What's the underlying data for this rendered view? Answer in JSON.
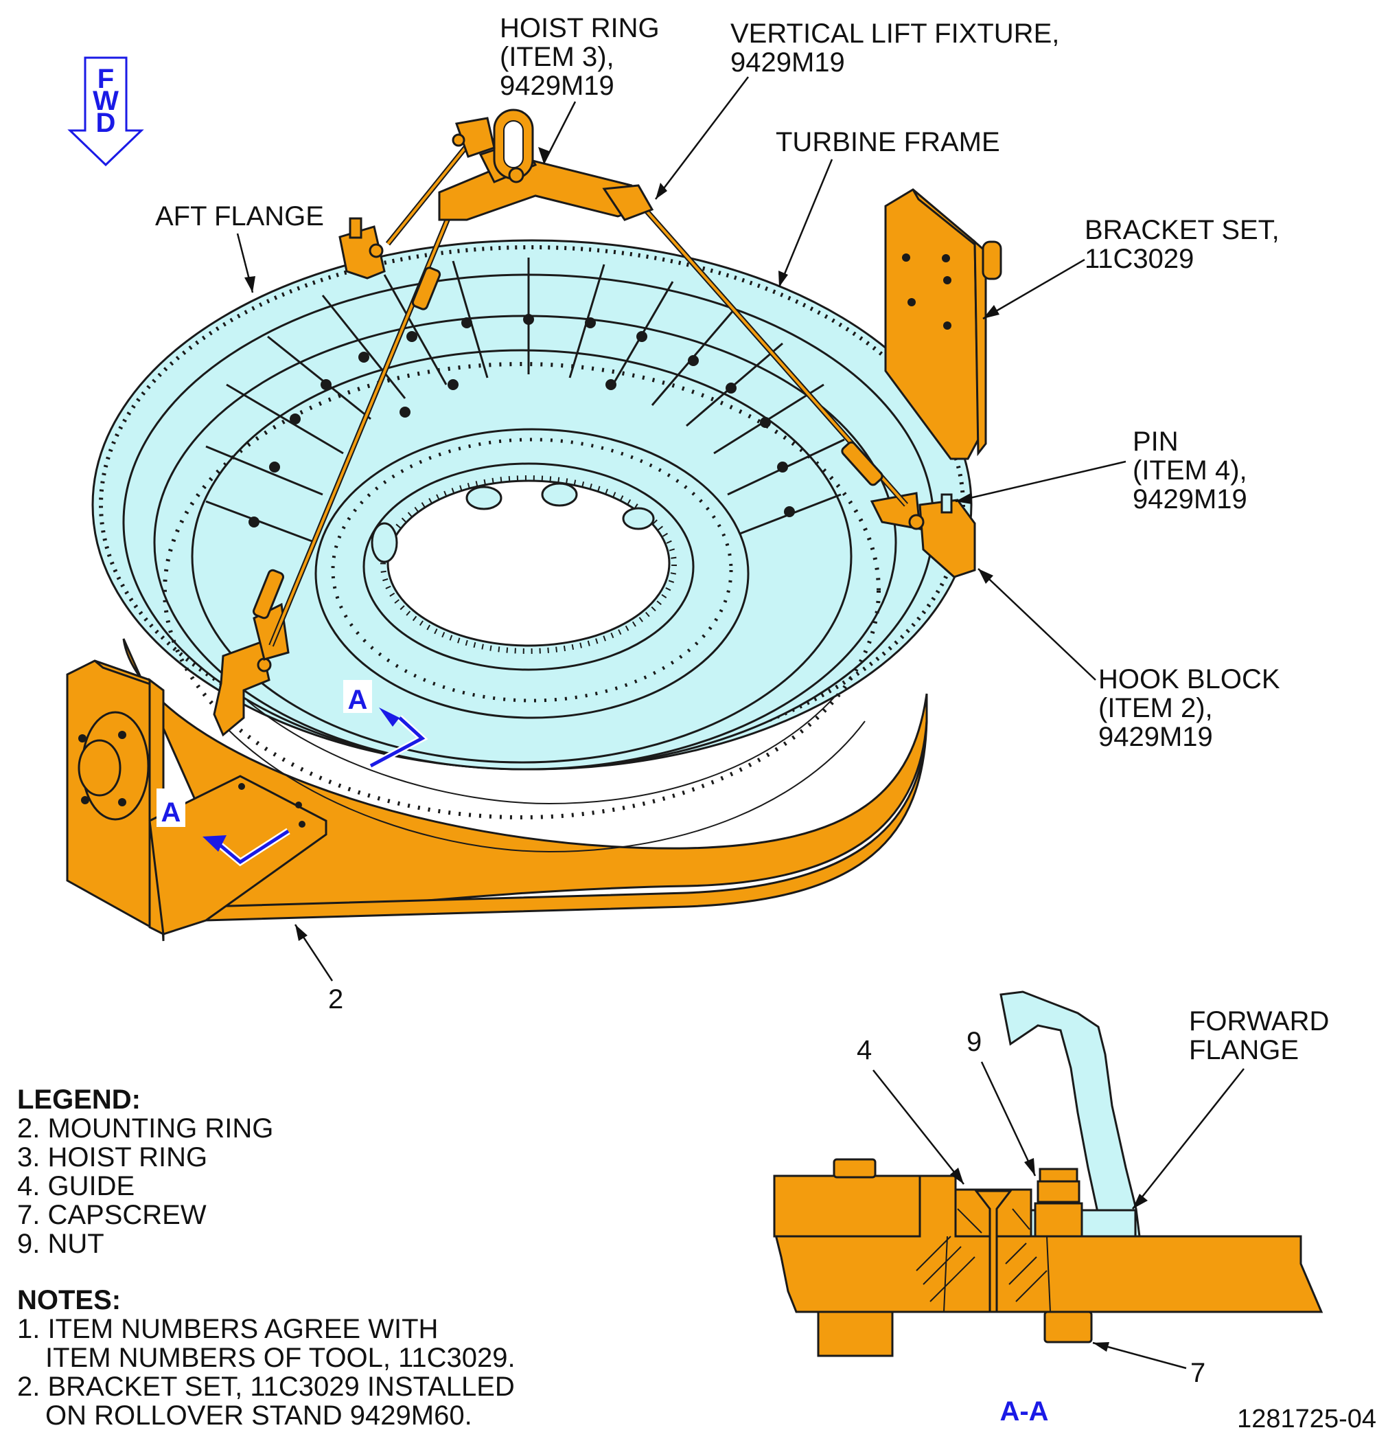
{
  "fwd_arrow": {
    "letters": [
      "F",
      "W",
      "D"
    ]
  },
  "callouts": {
    "hoist_ring": [
      "HOIST RING",
      "(ITEM 3),",
      "9429M19"
    ],
    "vertical_lift_fixture": [
      "VERTICAL LIFT FIXTURE,",
      "9429M19"
    ],
    "turbine_frame": [
      "TURBINE FRAME"
    ],
    "aft_flange": [
      "AFT FLANGE"
    ],
    "bracket_set": [
      "BRACKET SET,",
      "11C3029"
    ],
    "pin": [
      "PIN",
      "(ITEM 4),",
      "9429M19"
    ],
    "hook_block": [
      "HOOK BLOCK",
      "(ITEM 2),",
      "9429M19"
    ],
    "mounting_ring_num": "2",
    "forward_flange": [
      "FORWARD",
      "FLANGE"
    ],
    "guide_num": "4",
    "nut_num": "9",
    "capscrew_num": "7"
  },
  "section_markers": {
    "upper": "A",
    "lower": "A"
  },
  "section_title": "A-A",
  "legend": {
    "title": "LEGEND:",
    "items": [
      "2. MOUNTING RING",
      "3. HOIST RING",
      "4. GUIDE",
      "7. CAPSCREW",
      "9. NUT"
    ]
  },
  "notes": {
    "title": "NOTES:",
    "items": [
      [
        "1. ITEM NUMBERS AGREE WITH",
        "ITEM NUMBERS OF TOOL, 11C3029."
      ],
      [
        "2. BRACKET SET, 11C3029 INSTALLED",
        "ON ROLLOVER STAND 9429M60."
      ]
    ]
  },
  "figure_id": "1281725-04",
  "colors": {
    "tool": "#f39c0e",
    "part": "#c8f4f6",
    "marker": "#1a1ae6"
  }
}
